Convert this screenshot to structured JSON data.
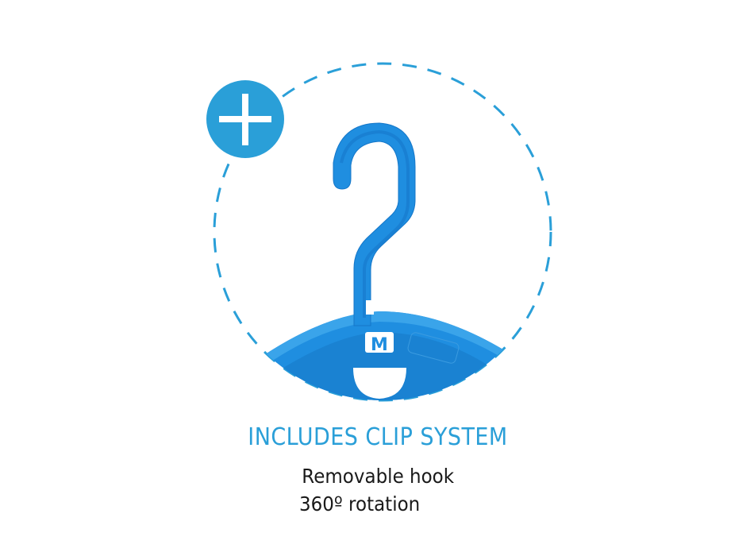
{
  "feature": {
    "badge_icon": "plus-icon",
    "illustration": "removable-hanger-hook",
    "headline": "INCLUDES CLIP SYSTEM",
    "details": [
      "Removable hook",
      "360º rotation"
    ]
  },
  "colors": {
    "accent": "#2a9fd8",
    "hook": "#1f8ee0",
    "hook_dark": "#1577c9",
    "text": "#1a1a1a",
    "background": "#ffffff"
  }
}
